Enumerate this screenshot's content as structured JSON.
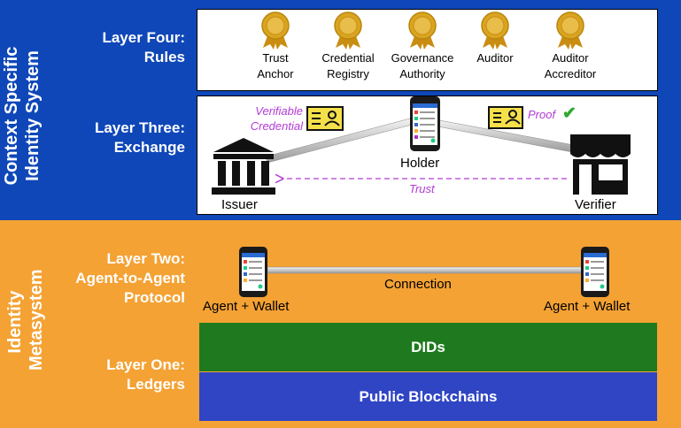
{
  "context_system_label": "Context Specific\nIdentity System",
  "metasystem_label": "Identity\nMetasystem",
  "layers": {
    "four": "Layer Four:\nRules",
    "three": "Layer Three:\nExchange",
    "two": "Layer Two:\nAgent-to-Agent\nProtocol",
    "one": "Layer One:\nLedgers"
  },
  "roles": [
    {
      "label": "Trust\nAnchor"
    },
    {
      "label": "Credential\nRegistry"
    },
    {
      "label": "Governance\nAuthority"
    },
    {
      "label": "Auditor"
    },
    {
      "label": "Auditor\nAccreditor"
    }
  ],
  "exchange": {
    "issuer": "Issuer",
    "holder": "Holder",
    "verifier": "Verifier",
    "verifiable_credential": "Verifiable\nCredential",
    "proof": "Proof",
    "proof_check": "✔",
    "trust": "Trust"
  },
  "protocol": {
    "agent_left": "Agent + Wallet",
    "agent_right": "Agent + Wallet",
    "connection": "Connection"
  },
  "ledgers": {
    "dids": "DIDs",
    "blockchains": "Public Blockchains"
  },
  "colors": {
    "blue_band": "#0f47b8",
    "orange_band": "#f4a234",
    "dids_green": "#1f7a1f",
    "blockchain_blue": "#3045c4",
    "purple_text": "#b23ad4",
    "check_green": "#2ea82e",
    "medal_gold": "#d9a520"
  }
}
